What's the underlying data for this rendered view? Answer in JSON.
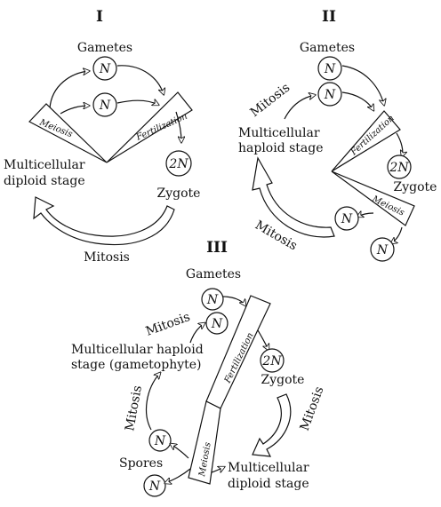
{
  "panel1": {
    "numeral": "I",
    "gametes": "Gametes",
    "n_top": "N",
    "n_mid": "N",
    "meiosis": "Meiosis",
    "fertilization": "Fertilization",
    "two_n": "2N",
    "zygote": "Zygote",
    "multicellular_1": "Multicellular",
    "diploid_stage": "diploid stage",
    "mitosis": "Mitosis"
  },
  "panel2": {
    "numeral": "II",
    "gametes": "Gametes",
    "n_top": "N",
    "n_mid": "N",
    "mitosis_top": "Mitosis",
    "multicellular_1": "Multicellular",
    "haploid_stage": "haploid stage",
    "fertilization": "Fertilization",
    "two_n": "2N",
    "zygote": "Zygote",
    "meiosis": "Meiosis",
    "n_left": "N",
    "n_bottom": "N",
    "mitosis_bottom": "Mitosis"
  },
  "panel3": {
    "numeral": "III",
    "gametes": "Gametes",
    "n_top": "N",
    "n_mid": "N",
    "mitosis_top": "Mitosis",
    "haploid_line1": "Multicellular haploid",
    "haploid_line2": "stage (gametophyte)",
    "fertilization": "Fertilization",
    "two_n": "2N",
    "zygote": "Zygote",
    "mitosis_left": "Mitosis",
    "mitosis_right": "Mitosis",
    "n_spore_top": "N",
    "spores": "Spores",
    "n_spore_bottom": "N",
    "meiosis": "Meiosis",
    "multicellular_diploid": "Multicellular",
    "diploid_stage": "diploid stage"
  }
}
